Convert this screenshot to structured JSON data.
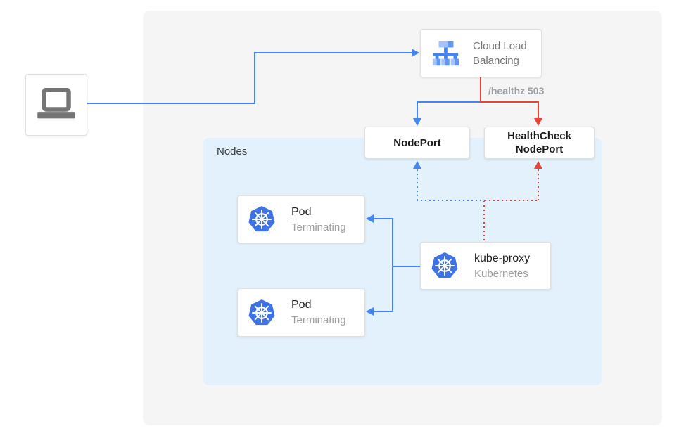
{
  "colors": {
    "blue": "#4285F4",
    "red": "#EA4335",
    "k8s-blue": "#3D72E8",
    "lb-light-blue": "#A4C3F8",
    "lb-mid-blue": "#5E97F6",
    "panel-bg": "#F5F5F5",
    "nodes-bg": "#E3F1FC",
    "box-border": "#E0E0E0",
    "title-text": "#212121",
    "subtitle-text": "#9E9E9E",
    "gray-text": "#757575",
    "label-gray": "#9AA0A6",
    "nodes-text": "#3C4043",
    "icon-gray": "#757575"
  },
  "client": {
    "icon": "laptop-icon"
  },
  "load_balancer": {
    "icon": "load-balancer-icon",
    "line1": "Cloud Load",
    "line2": "Balancing"
  },
  "healthz_label": "/healthz 503",
  "nodeport": {
    "label": "NodePort"
  },
  "healthcheck_nodeport": {
    "line1": "HealthCheck",
    "line2": "NodePort"
  },
  "nodes_group": {
    "label": "Nodes"
  },
  "pods": [
    {
      "icon": "kubernetes-icon",
      "title": "Pod",
      "subtitle": "Terminating"
    },
    {
      "icon": "kubernetes-icon",
      "title": "Pod",
      "subtitle": "Terminating"
    }
  ],
  "kube_proxy": {
    "icon": "kubernetes-icon",
    "title": "kube-proxy",
    "subtitle": "Kubernetes"
  }
}
